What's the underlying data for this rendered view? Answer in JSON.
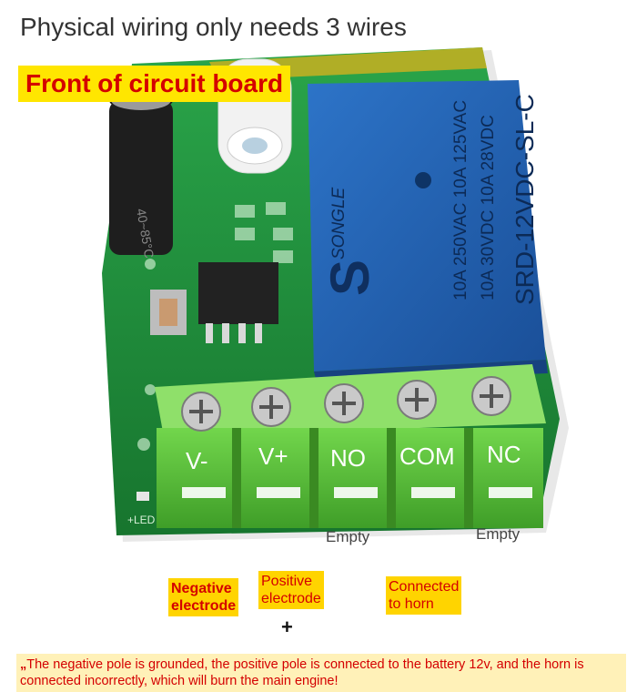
{
  "title": "Physical wiring only needs 3 wires",
  "front_label": "Front of circuit board",
  "relay": {
    "brand": "SONGLE",
    "lines": [
      "10A 250VAC  10A 125VAC",
      "10A 30VDC  10A 28VDC",
      "SRD-12VDC-SL-C"
    ]
  },
  "terminals": [
    "V-",
    "V+",
    "NO",
    "COM",
    "NC"
  ],
  "empty_labels": {
    "no": "Empty",
    "nc": "Empty"
  },
  "tags": {
    "negative": [
      "Negative",
      "electrode"
    ],
    "positive": [
      "Positive",
      "electrode"
    ],
    "horn": [
      "Connected",
      "to horn"
    ]
  },
  "plus_sign": "+",
  "warning": "The negative pole is grounded, the positive pole is connected to the battery 12v, and the horn is connected incorrectly, which will burn the main engine!",
  "colors": {
    "pcb": "#1f8f3a",
    "relay": "#1f5fb0",
    "terminal_block": "#5cc43a",
    "accent_red": "#d40000",
    "highlight_yellow": "#ffe600"
  }
}
